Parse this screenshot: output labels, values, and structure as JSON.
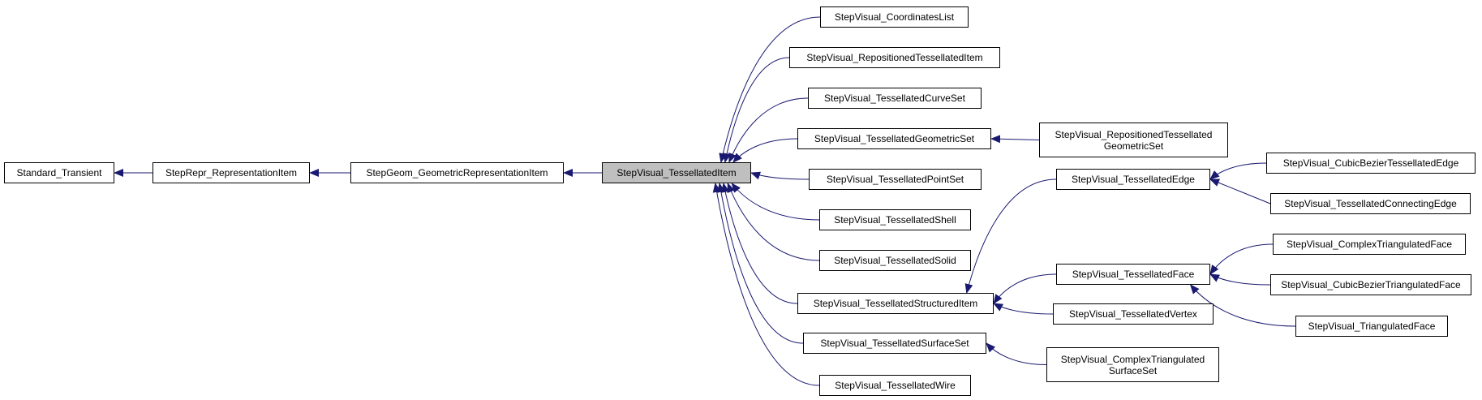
{
  "nodes": {
    "standard_transient": "Standard_Transient",
    "repr_item": "StepRepr_RepresentationItem",
    "geom_item": "StepGeom_GeometricRepresentationItem",
    "tess_item": "StepVisual_TessellatedItem",
    "coords_list": "StepVisual_CoordinatesList",
    "repositioned_item": "StepVisual_RepositionedTessellatedItem",
    "curve_set": "StepVisual_TessellatedCurveSet",
    "geometric_set": "StepVisual_TessellatedGeometricSet",
    "point_set": "StepVisual_TessellatedPointSet",
    "shell": "StepVisual_TessellatedShell",
    "solid": "StepVisual_TessellatedSolid",
    "structured_item": "StepVisual_TessellatedStructuredItem",
    "surface_set": "StepVisual_TessellatedSurfaceSet",
    "wire": "StepVisual_TessellatedWire",
    "repositioned_geometric_set_1": "StepVisual_RepositionedTessellated",
    "repositioned_geometric_set_2": "GeometricSet",
    "edge": "StepVisual_TessellatedEdge",
    "face": "StepVisual_TessellatedFace",
    "vertex": "StepVisual_TessellatedVertex",
    "complex_surface_set_1": "StepVisual_ComplexTriangulated",
    "complex_surface_set_2": "SurfaceSet",
    "cubic_bezier_edge": "StepVisual_CubicBezierTessellatedEdge",
    "connecting_edge": "StepVisual_TessellatedConnectingEdge",
    "complex_face": "StepVisual_ComplexTriangulatedFace",
    "cubic_bezier_face": "StepVisual_CubicBezierTriangulatedFace",
    "triangulated_face": "StepVisual_TriangulatedFace"
  },
  "colors": {
    "edge": "#191970",
    "focus_fill": "#bfbfbf",
    "border": "#000000"
  }
}
